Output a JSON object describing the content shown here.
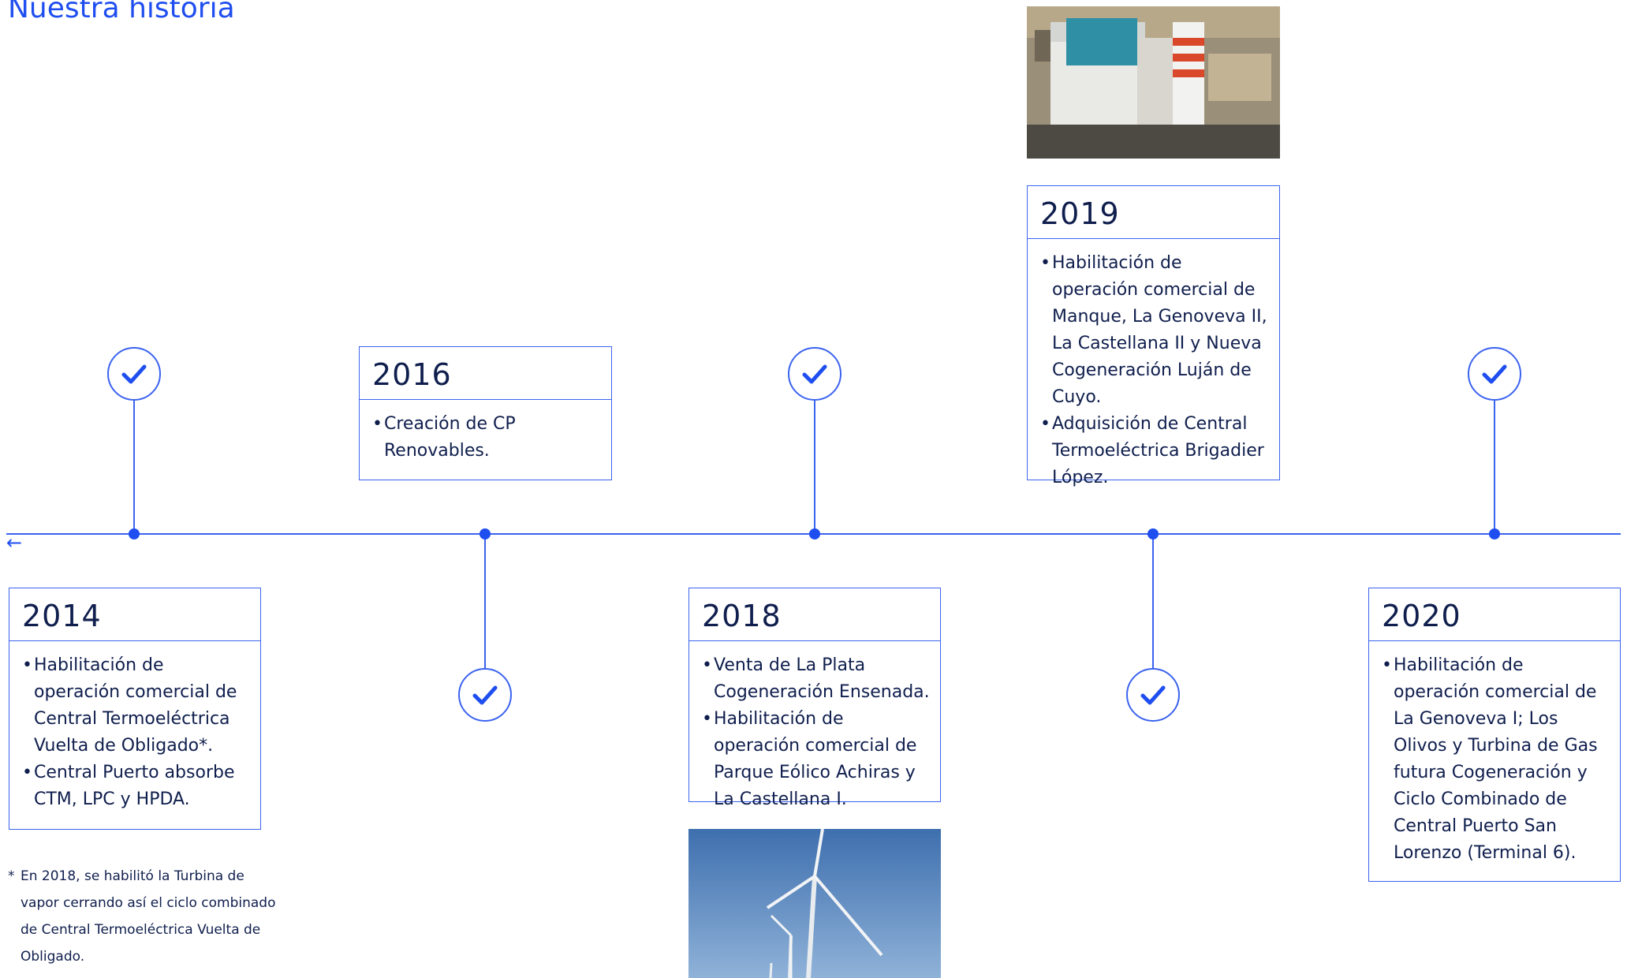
{
  "page": {
    "title": "Nuestra historia",
    "back_arrow": "←"
  },
  "milestones": [
    {
      "year": "2014",
      "items": [
        "Habilitación de operación comercial de Central Termoeléctrica Vuelta de Obligado*.",
        "Central Puerto absorbe CTM, LPC y HPDA."
      ]
    },
    {
      "year": "2016",
      "items": [
        "Creación de CP Renovables."
      ]
    },
    {
      "year": "2018",
      "items": [
        "Venta de La Plata Cogeneración Ensenada.",
        "Habilitación de operación comercial de Parque Eólico Achiras y La Castellana I."
      ]
    },
    {
      "year": "2019",
      "items": [
        "Habilitación de operación comercial de Manque, La Genoveva II, La Castellana II y Nueva Cogeneración Luján de Cuyo.",
        "Adquisición de Central Termoeléctrica Brigadier López."
      ]
    },
    {
      "year": "2020",
      "items": [
        "Habilitación de operación comercial de La Genoveva I; Los Olivos y Turbina de Gas futura Cogeneración y Ciclo Combinado de Central Puerto San Lorenzo (Terminal 6)."
      ]
    }
  ],
  "footnote": {
    "marker": "*",
    "text": "En 2018, se habilitó la Turbina de vapor cerrando así el ciclo combinado de Central Termoeléctrica Vuelta de Obligado."
  },
  "icons": {
    "check": "check-circle-icon",
    "back": "arrow-left-icon"
  },
  "colors": {
    "accent": "#1f4ef0",
    "text": "#0f1e4d",
    "line": "#3b63ef"
  }
}
